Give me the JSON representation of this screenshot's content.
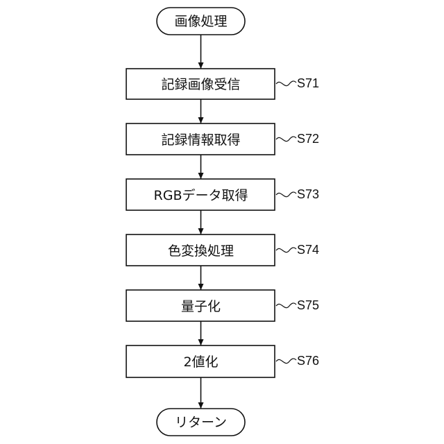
{
  "start_label": "画像処理",
  "end_label": "リターン",
  "steps": [
    {
      "id": "S71",
      "label": "記録画像受信"
    },
    {
      "id": "S72",
      "label": "記録情報取得"
    },
    {
      "id": "S73",
      "label": "RGBデータ取得"
    },
    {
      "id": "S74",
      "label": "色変換処理"
    },
    {
      "id": "S75",
      "label": "量子化"
    },
    {
      "id": "S76",
      "label": "2値化"
    }
  ]
}
